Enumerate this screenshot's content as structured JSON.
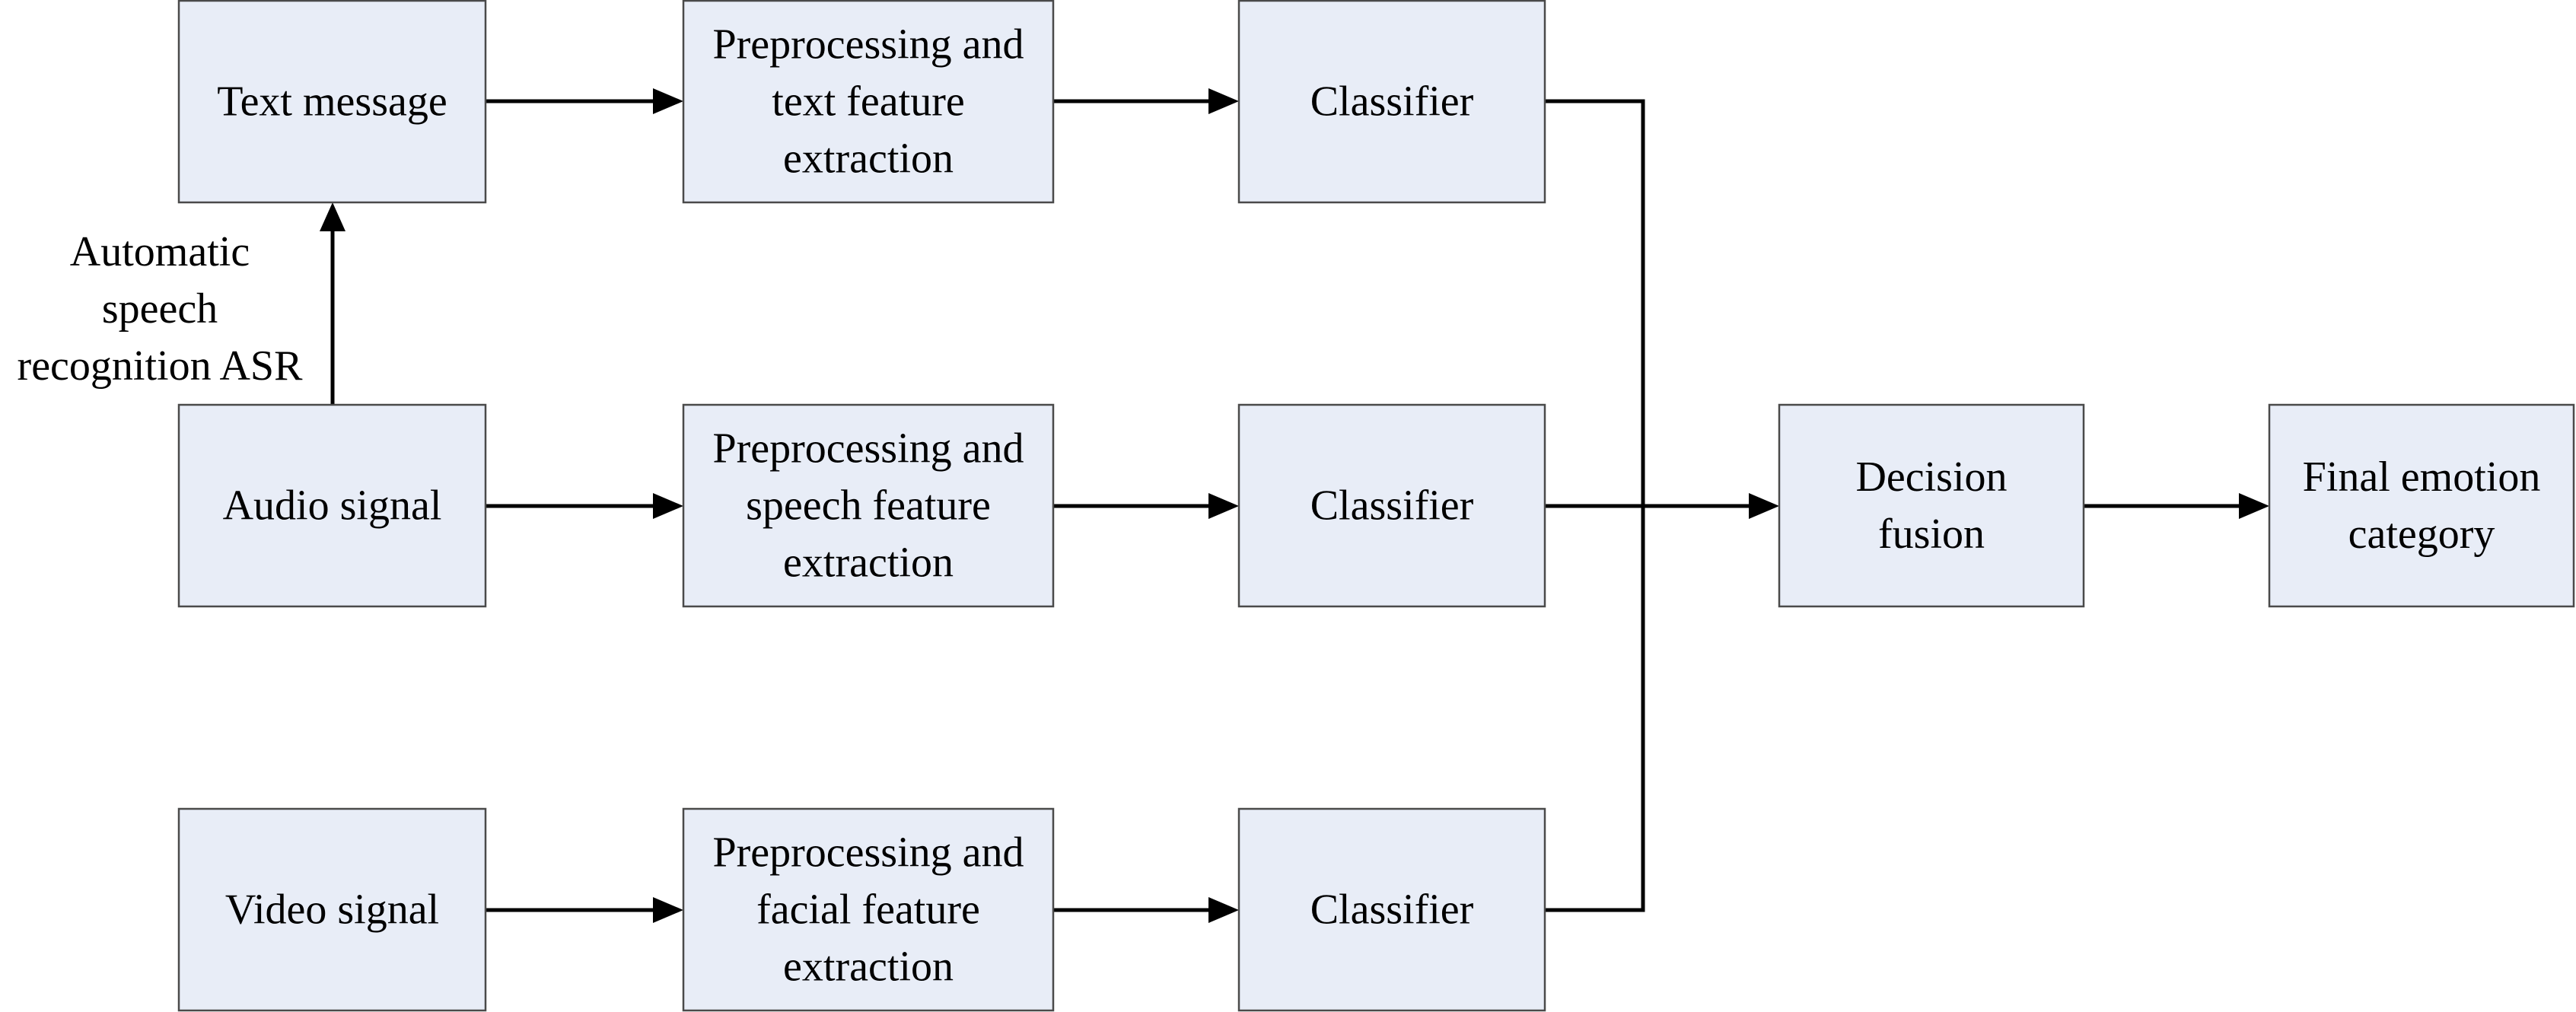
{
  "diagram": {
    "nodes": {
      "text_message": {
        "label": [
          "Text message"
        ]
      },
      "pre_text": {
        "label": [
          "Preprocessing and",
          "text feature",
          "extraction"
        ]
      },
      "classifier_text": {
        "label": [
          "Classifier"
        ]
      },
      "audio_signal": {
        "label": [
          "Audio signal"
        ]
      },
      "pre_speech": {
        "label": [
          "Preprocessing and",
          "speech feature",
          "extraction"
        ]
      },
      "classifier_speech": {
        "label": [
          "Classifier"
        ]
      },
      "video_signal": {
        "label": [
          "Video signal"
        ]
      },
      "pre_facial": {
        "label": [
          "Preprocessing and",
          "facial feature",
          "extraction"
        ]
      },
      "classifier_facial": {
        "label": [
          "Classifier"
        ]
      },
      "decision_fusion": {
        "label": [
          "Decision",
          "fusion"
        ]
      },
      "final_emotion": {
        "label": [
          "Final emotion",
          "category"
        ]
      }
    },
    "edge_labels": {
      "asr": [
        "Automatic",
        "speech",
        "recognition ASR"
      ]
    },
    "edges": [
      {
        "from": "audio_signal",
        "to": "text_message",
        "label": "asr"
      },
      {
        "from": "text_message",
        "to": "pre_text"
      },
      {
        "from": "pre_text",
        "to": "classifier_text"
      },
      {
        "from": "audio_signal",
        "to": "pre_speech"
      },
      {
        "from": "pre_speech",
        "to": "classifier_speech"
      },
      {
        "from": "video_signal",
        "to": "pre_facial"
      },
      {
        "from": "pre_facial",
        "to": "classifier_facial"
      },
      {
        "from": "classifier_text",
        "to": "decision_fusion"
      },
      {
        "from": "classifier_speech",
        "to": "decision_fusion"
      },
      {
        "from": "classifier_facial",
        "to": "decision_fusion"
      },
      {
        "from": "decision_fusion",
        "to": "final_emotion"
      }
    ],
    "colors": {
      "box_fill": "#e8edf7",
      "box_stroke": "#4a4a4a",
      "line": "#000000"
    }
  }
}
